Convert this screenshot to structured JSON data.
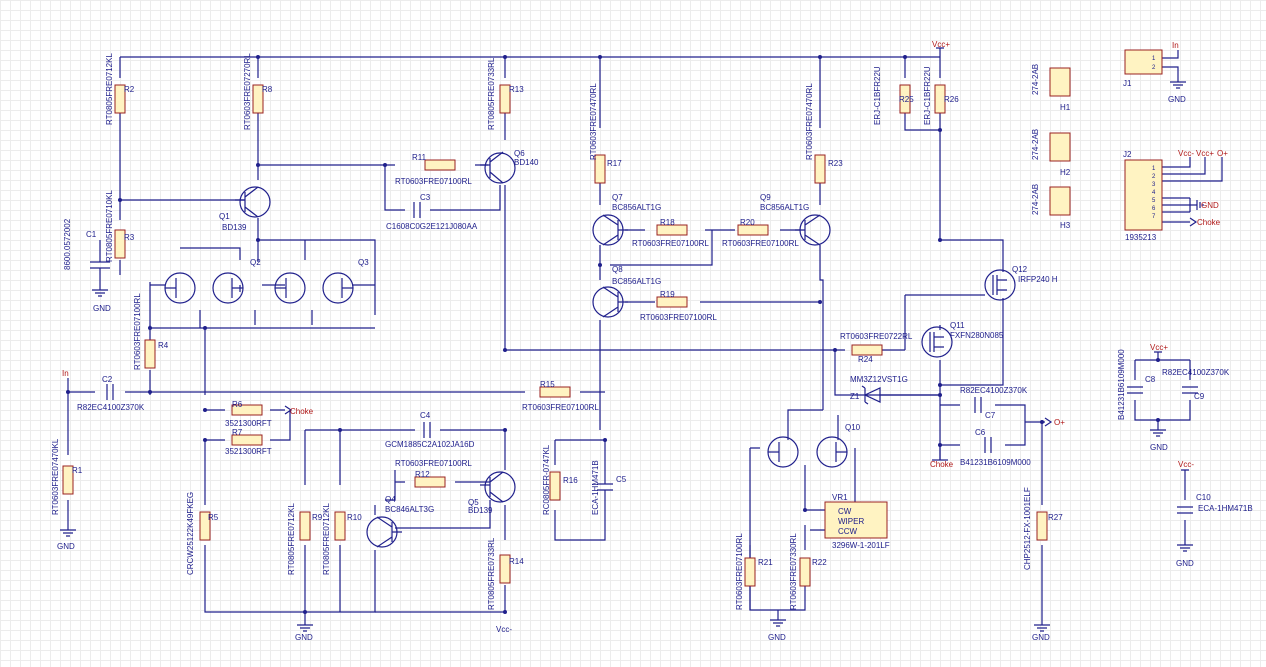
{
  "nets": {
    "vcc_plus": "Vcc+",
    "vcc_minus": "Vcc-",
    "gnd": "GND",
    "choke": "Choke",
    "input": "In",
    "output": "O+",
    "gnd_j2": "GND"
  },
  "components": [
    {
      "ref": "R2",
      "value": "RT0805FRE0712KL"
    },
    {
      "ref": "R8",
      "value": "RT0603FRE07270RL"
    },
    {
      "ref": "R3",
      "value": "RT0805FRE0710KL"
    },
    {
      "ref": "C1",
      "value": "8600.0572002"
    },
    {
      "ref": "Q1",
      "value": "BD139"
    },
    {
      "ref": "R13",
      "value": "RT0805FRE0733RL"
    },
    {
      "ref": "R11",
      "value": "RT0603FRE07100RL"
    },
    {
      "ref": "C3",
      "value": "C1608C0G2E121J080AA"
    },
    {
      "ref": "Q6",
      "value": "BD140"
    },
    {
      "ref": "R17",
      "value": "RT0603FRE07470RL"
    },
    {
      "ref": "R23",
      "value": "RT0603FRE07470RL"
    },
    {
      "ref": "R25",
      "value": "ERJ-C1BFR22U"
    },
    {
      "ref": "R26",
      "value": "ERJ-C1BFR22U"
    },
    {
      "ref": "Q7",
      "value": "BC856ALT1G"
    },
    {
      "ref": "Q9",
      "value": "BC856ALT1G"
    },
    {
      "ref": "R18",
      "value": "RT0603FRE07100RL"
    },
    {
      "ref": "R20",
      "value": "RT0603FRE07100RL"
    },
    {
      "ref": "Q8",
      "value": "BC856ALT1G"
    },
    {
      "ref": "R19",
      "value": "RT0603FRE07100RL"
    },
    {
      "ref": "Q12",
      "value": "IRFP240 H"
    },
    {
      "ref": "Q11",
      "value": "FXFN280N085"
    },
    {
      "ref": "R24",
      "value": "RT0603FRE0722RL"
    },
    {
      "ref": "Z1",
      "value": "MM3Z12VST1G"
    },
    {
      "ref": "R4",
      "value": "RT0603FRE07100RL"
    },
    {
      "ref": "C2",
      "value": "R82EC4100Z370K"
    },
    {
      "ref": "R15",
      "value": "RT0603FRE07100RL"
    },
    {
      "ref": "R6",
      "value": "3521300RFT"
    },
    {
      "ref": "R7",
      "value": "3521300RFT"
    },
    {
      "ref": "R1",
      "value": "RT0603FRE07470KL"
    },
    {
      "ref": "R5",
      "value": "CRCW25122K49FKEG"
    },
    {
      "ref": "C4",
      "value": "GCM1885C2A102JA16D"
    },
    {
      "ref": "R12",
      "value": "RT0603FRE07100RL"
    },
    {
      "ref": "Q4",
      "value": "BC846ALT3G"
    },
    {
      "ref": "Q5",
      "value": "BD139"
    },
    {
      "ref": "R9",
      "value": "RT0805FRE0712KL"
    },
    {
      "ref": "R10",
      "value": "RT0805FRE0712KL"
    },
    {
      "ref": "R14",
      "value": "RT0805FRE0733RL"
    },
    {
      "ref": "R16",
      "value": "RC0805FR-0747KL"
    },
    {
      "ref": "C5",
      "value": "ECA-1HM471B"
    },
    {
      "ref": "Q10",
      "value": ""
    },
    {
      "ref": "VR1",
      "value": "3296W-1-201LF"
    },
    {
      "ref": "R21",
      "value": "RT0603FRE07100RL"
    },
    {
      "ref": "R22",
      "value": "RT0603FRE07330RL"
    },
    {
      "ref": "C7",
      "value": "R82EC4100Z370K"
    },
    {
      "ref": "C6",
      "value": "B41231B6109M000"
    },
    {
      "ref": "R27",
      "value": "CHP2512-FX-1001ELF"
    },
    {
      "ref": "C8",
      "value": "B41231B6109M000"
    },
    {
      "ref": "C9",
      "value": "R82EC4100Z370K"
    },
    {
      "ref": "C10",
      "value": "ECA-1HM471B"
    },
    {
      "ref": "J1",
      "value": ""
    },
    {
      "ref": "J2",
      "value": "1935213"
    },
    {
      "ref": "H1",
      "value": "274-2AB"
    },
    {
      "ref": "H2",
      "value": "274-2AB"
    },
    {
      "ref": "H3",
      "value": "274-2AB"
    },
    {
      "ref": "Q2",
      "value": ""
    },
    {
      "ref": "Q3",
      "value": ""
    }
  ],
  "vr1_pins": [
    "CW",
    "WIPER",
    "CCW"
  ],
  "j1_pins": [
    "1",
    "2"
  ],
  "j2_pins": [
    "1",
    "2",
    "3",
    "4",
    "5",
    "6",
    "7"
  ],
  "j2_nets": [
    "Vcc-",
    "Vcc+",
    "O+",
    "GND",
    "Choke"
  ]
}
